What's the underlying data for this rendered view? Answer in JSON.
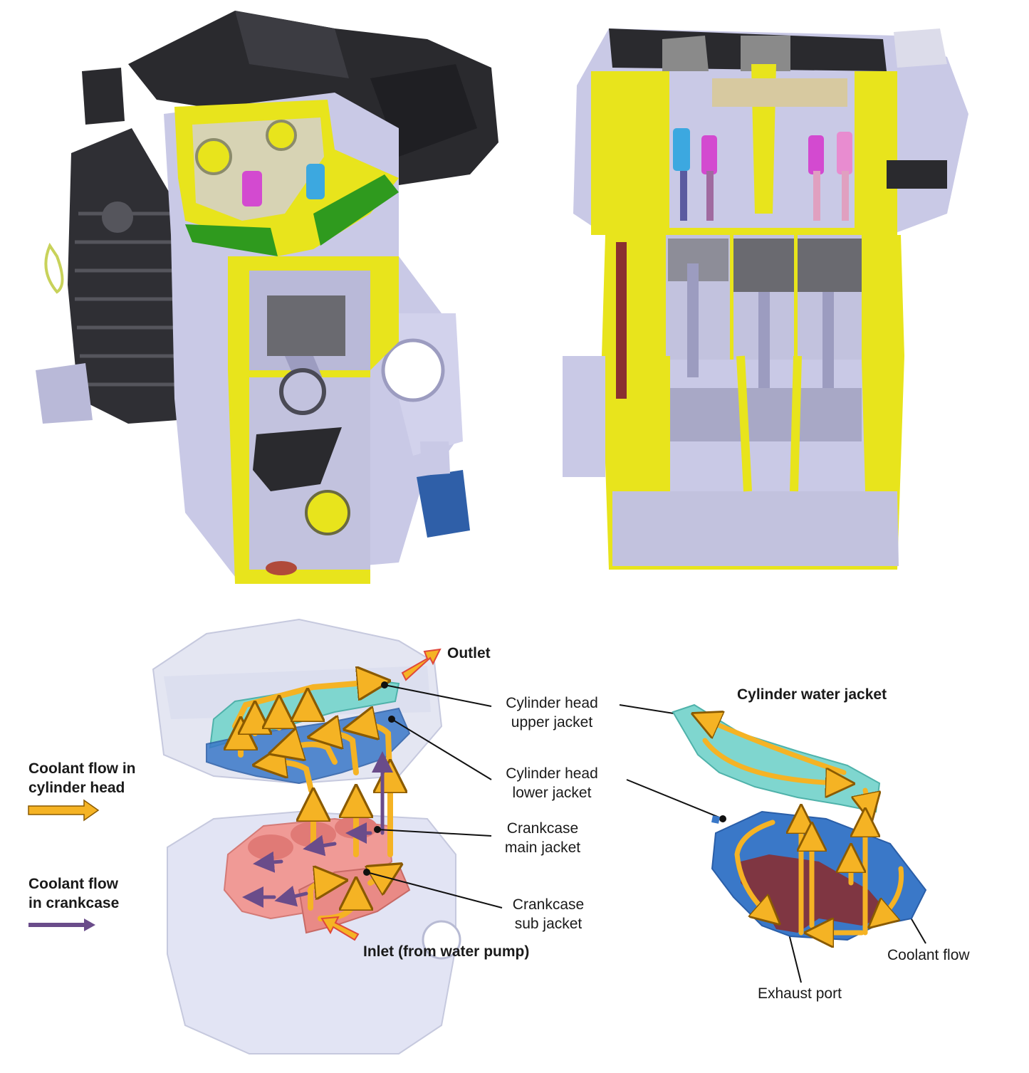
{
  "labels": {
    "outlet": "Outlet",
    "cyl_head_upper": [
      "Cylinder head",
      "upper jacket"
    ],
    "cyl_head_lower": [
      "Cylinder head",
      "lower jacket"
    ],
    "crankcase_main": [
      "Crankcase",
      "main jacket"
    ],
    "crankcase_sub": [
      "Crankcase",
      "sub jacket"
    ],
    "inlet": "Inlet (from water pump)",
    "coolant_head": [
      "Coolant flow in",
      "cylinder head"
    ],
    "coolant_crankcase": [
      "Coolant flow",
      "in crankcase"
    ],
    "cylinder_water_jacket": "Cylinder water jacket",
    "coolant_flow": "Coolant flow",
    "exhaust_port": "Exhaust port"
  },
  "colors": {
    "yellow_section": "#e8e41c",
    "lavender_metal": "#c9c9e6",
    "dark_plastic": "#2a2a2e",
    "head_flow_arrow": "#f5b324",
    "crankcase_flow_arrow": "#6a4c8a",
    "upper_jacket": "#7fd6cf",
    "lower_jacket": "#3a78c8",
    "crankcase_jacket": "#f09a96",
    "exhaust_port": "#8c2a2a"
  }
}
